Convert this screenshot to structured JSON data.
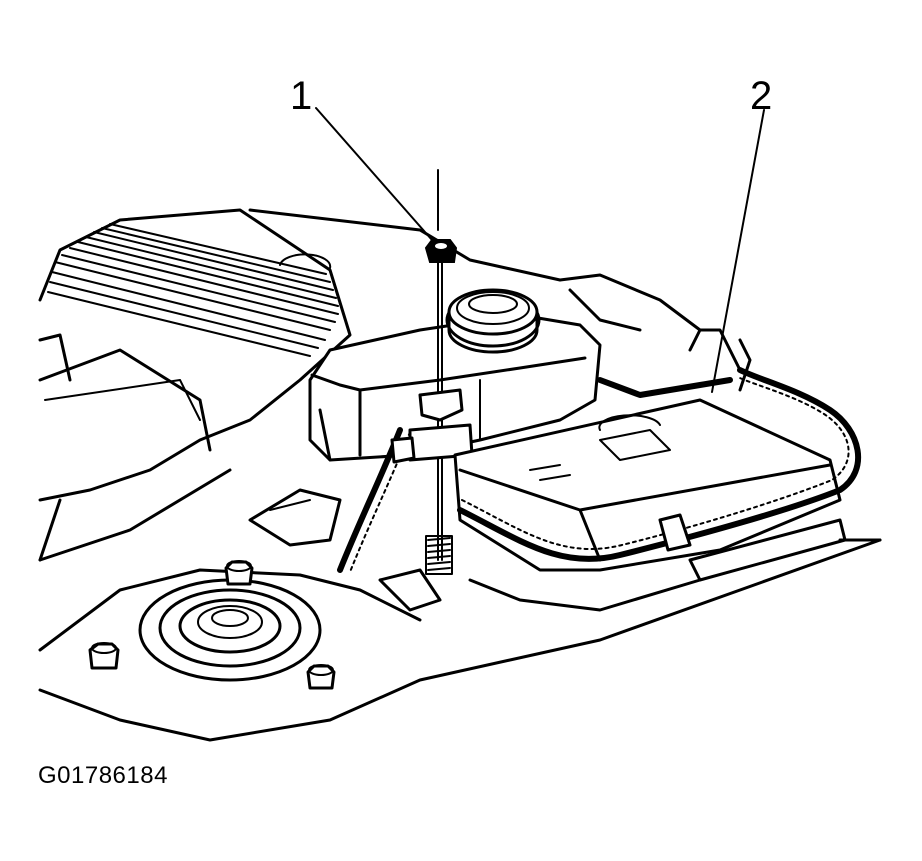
{
  "figure": {
    "id_text": "G01786184",
    "callouts": [
      {
        "number": "1"
      },
      {
        "number": "2"
      }
    ]
  }
}
